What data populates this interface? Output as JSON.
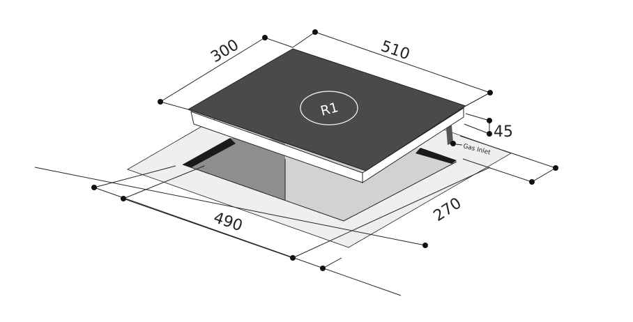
{
  "diagram": {
    "hob_label": "R1",
    "dimensions": {
      "hob_depth": "300",
      "hob_width": "510",
      "hob_height": "45",
      "cutout_width": "490",
      "cutout_depth": "270"
    },
    "gas_inlet_label": "Gas Inlet",
    "colors": {
      "hob_top": "#4a4a4c",
      "counter_panel": "#efefef",
      "cutout_wall_dark": "#8e8e90",
      "cutout_wall_light": "#d2d2d2",
      "rim": "#1a1a1a"
    }
  }
}
